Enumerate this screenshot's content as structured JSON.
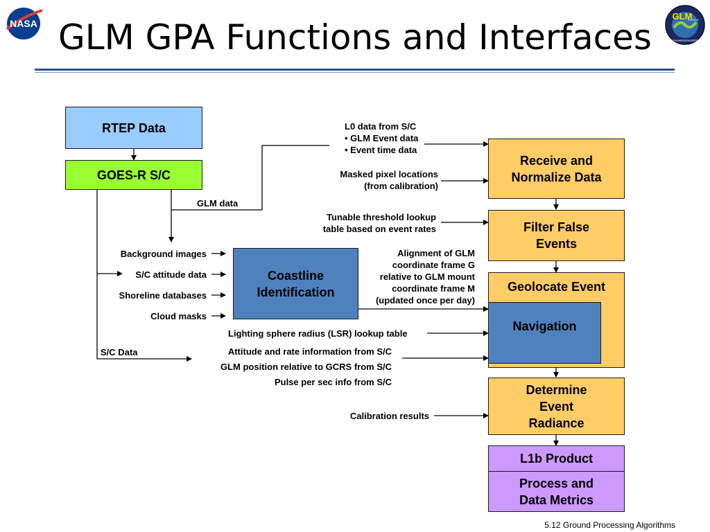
{
  "slide": {
    "title": "GLM GPA Functions and Interfaces",
    "footer": "5.12 Ground Processing Algorithms"
  },
  "logos": {
    "nasa": "NASA",
    "glm_main": "GLM",
    "glm_badge_small": "GOES-R",
    "glm_ring": "NOAA•NASA•LMSSC"
  },
  "boxes": {
    "rtep": "RTEP  Data",
    "goes": "GOES-R S/C",
    "coastline": "Coastline Identification",
    "receive": "Receive and Normalize  Data",
    "filter": "Filter False Events",
    "geolocate": "Geolocate Event",
    "navigation": "Navigation",
    "radiance": "Determine Event Radiance",
    "l1b": "L1b Product",
    "metrics": "Process and Data Metrics"
  },
  "labels": {
    "l0_line1": "L0 data from S/C",
    "l0_line2": "• GLM Event data",
    "l0_line3": "• Event time data",
    "masked_line1": "Masked pixel locations",
    "masked_line2": "(from calibration)",
    "glm_data": "GLM data",
    "tunable_line1": "Tunable threshold lookup",
    "tunable_line2": "table  based on event rates",
    "background": "Background  images",
    "attitude": "S/C attitude data",
    "shoreline": "Shoreline databases",
    "cloud": "Cloud masks",
    "align_line1": "Alignment of GLM",
    "align_line2": "coordinate frame G",
    "align_line3": "relative to GLM mount",
    "align_line4": "coordinate frame M",
    "align_line5": "(updated once per day)",
    "lsr": "Lighting sphere radius (LSR) lookup table",
    "sc_data": "S/C Data",
    "att_rate": "Attitude and rate information from S/C",
    "glm_pos": "GLM position relative to GCRS from S/C",
    "pulse": "Pulse per sec info from S/C",
    "calibration": "Calibration results"
  },
  "colors": {
    "rtep": "#99ccff",
    "goes": "#99ff33",
    "coastline": "#4f81bd",
    "orange": "#ffcc66",
    "purple": "#cc99ff",
    "rule": "#2f4f8f"
  }
}
